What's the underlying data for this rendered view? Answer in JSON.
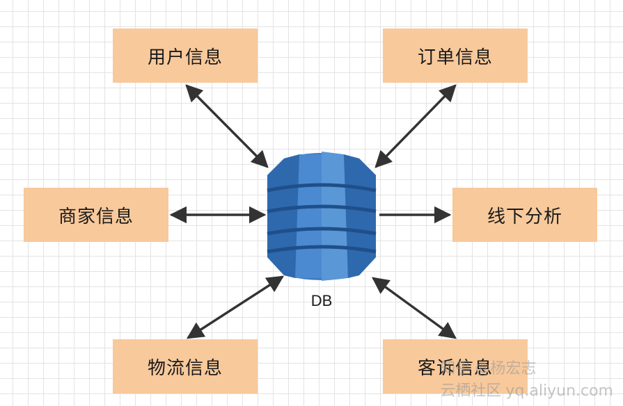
{
  "db": {
    "label": "DB",
    "color": "#3f7bc0",
    "color_dark": "#255a99",
    "color_light": "#5a97d6"
  },
  "nodes": {
    "user": "用户信息",
    "order": "订单信息",
    "merchant": "商家信息",
    "offline": "线下分析",
    "logistics": "物流信息",
    "complaint": "客诉信息"
  },
  "colors": {
    "node_fill": "#f8c99b",
    "arrow": "#333333"
  },
  "watermark": {
    "a": "知乎",
    "b": "@杨宏志",
    "c": "云栖社区",
    "d": "yq.aliyun.com"
  }
}
